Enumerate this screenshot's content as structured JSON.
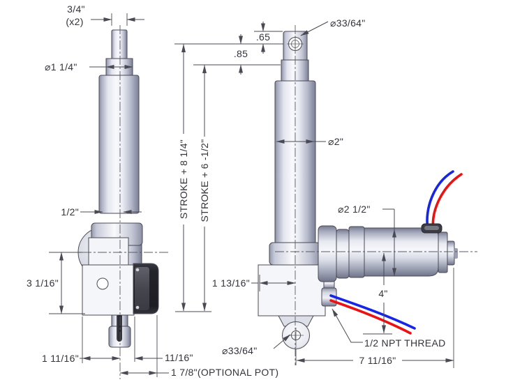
{
  "colors": {
    "wire_blue": "#1626e4",
    "wire_red": "#ea1212",
    "line": "#4a4a54",
    "text": "#33333c"
  },
  "left_view": {
    "labels": {
      "rod_end_width": "3/4\"",
      "rod_end_qty": "(x2)",
      "rod_collar_dia": "⌀1 1/4\"",
      "shaft_width": "1/2\"",
      "gearbox_height": "3 1/16\"",
      "cl_to_left_edge": "1 11/16\"",
      "cl_to_right_edge": "11/16\"",
      "optional_pot_width": "1 7/8\"(OPTIONAL POT)"
    }
  },
  "center_dims": {
    "stroke_long": "STROKE + 8 1/4\"",
    "stroke_short": "STROKE + 6 -1/2\""
  },
  "right_view": {
    "labels": {
      "clevis_hole_dia_top": "⌀33/64\"",
      "hole_offset_upper": ".65",
      "hole_offset_lower": ".85",
      "tube_dia": "⌀2\"",
      "motor_dia": "⌀2 1/2\"",
      "motor_cl_drop": "4\"",
      "npt_thread": "1/2 NPT THREAD",
      "overall_length": "7 11/16\"",
      "clevis_hole_dia_bottom": "⌀33/64\""
    }
  }
}
